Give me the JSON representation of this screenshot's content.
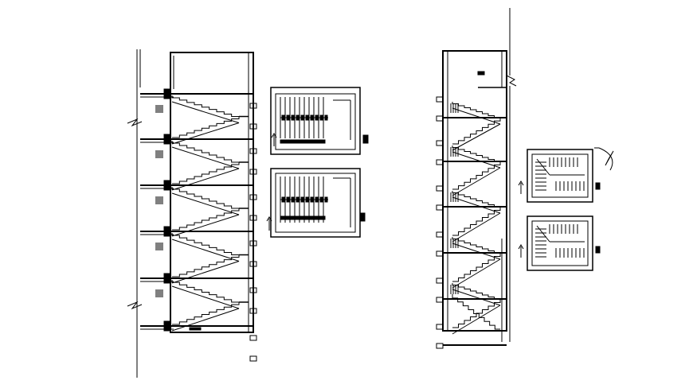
{
  "drawing": {
    "background": "#ffffff",
    "ink": "#000000",
    "panels": [
      "stair-section-left",
      "stair-plan-upper-left",
      "stair-plan-lower-left",
      "stair-section-right",
      "stair-plan-upper-right",
      "stair-plan-lower-right",
      "north-arrow"
    ]
  }
}
